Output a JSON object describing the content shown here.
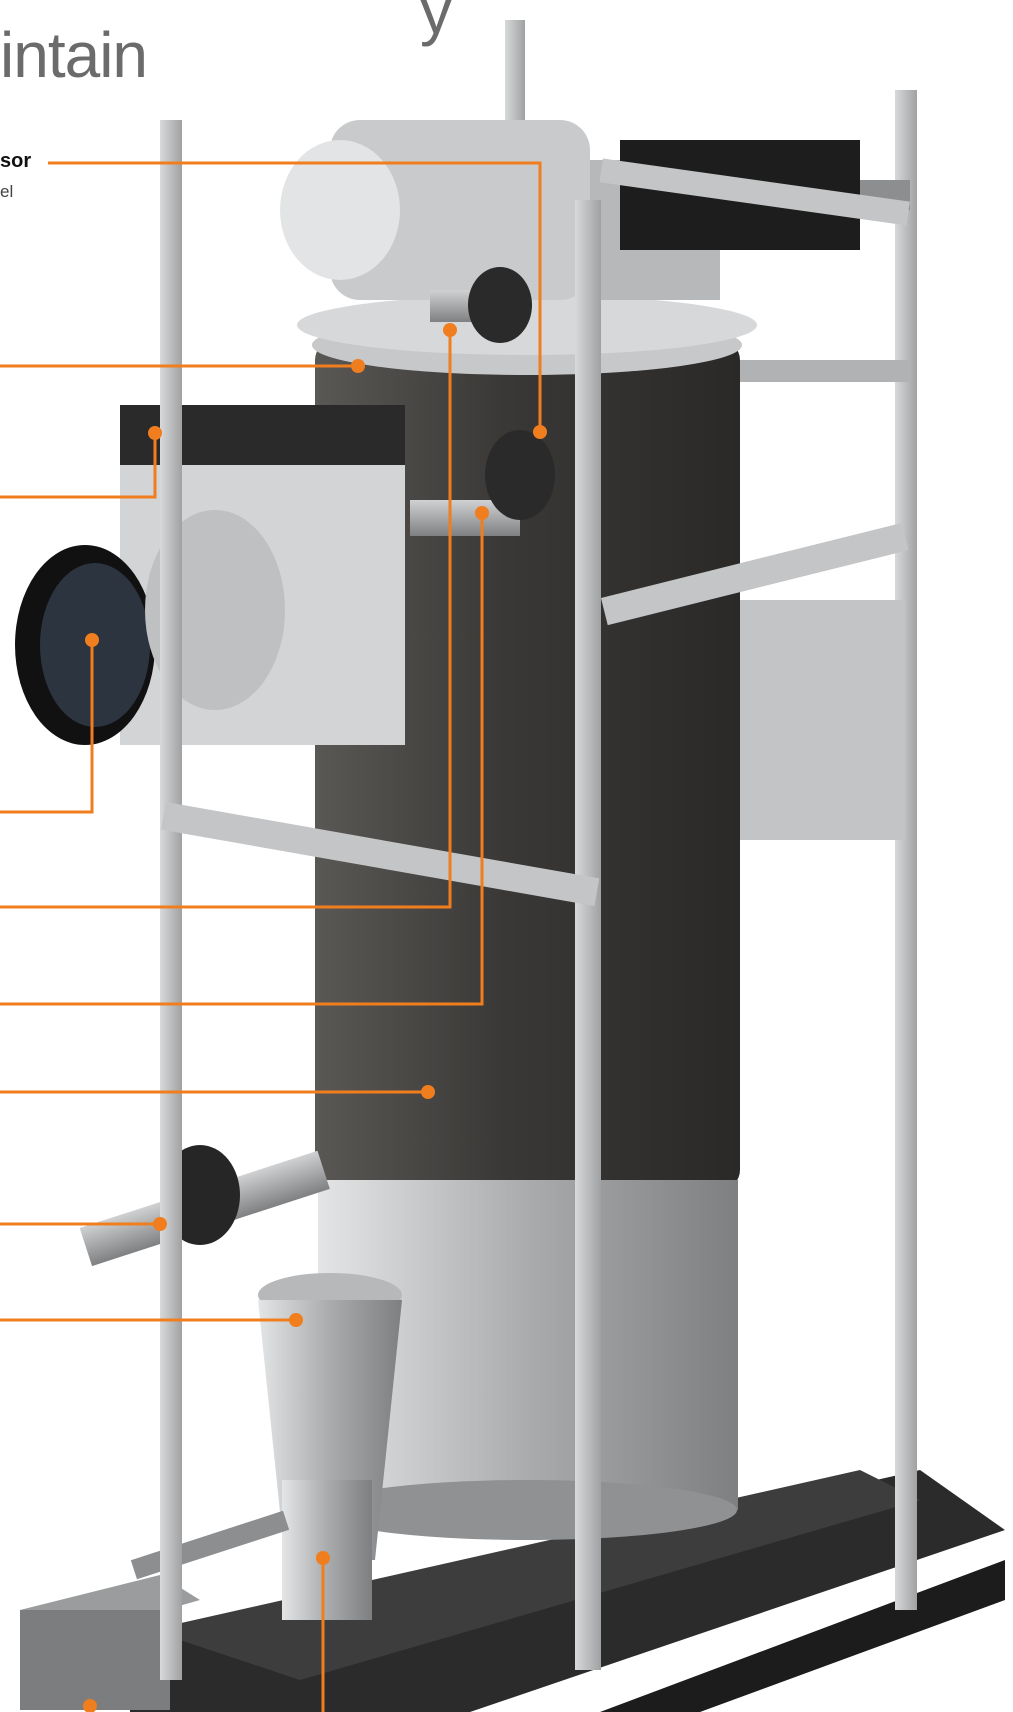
{
  "heading": {
    "line1": "y",
    "line2": "intain"
  },
  "callout": {
    "title": "sor",
    "subtitle": "el"
  },
  "colors": {
    "accent": "#f07d1e",
    "frame": "#b8b9bb",
    "vessel": "#3f3d3b",
    "steel": "#a6a8aa",
    "base": "#2b2b2b"
  },
  "markers": [
    {
      "id": "top-sensor"
    },
    {
      "id": "lid"
    },
    {
      "id": "grille"
    },
    {
      "id": "inlet-port"
    },
    {
      "id": "gas-pipe"
    },
    {
      "id": "flow-pipe"
    },
    {
      "id": "vessel-body"
    },
    {
      "id": "return-pipe"
    },
    {
      "id": "lower-clamp"
    },
    {
      "id": "condensate-trap"
    },
    {
      "id": "neutraliser-box"
    }
  ]
}
